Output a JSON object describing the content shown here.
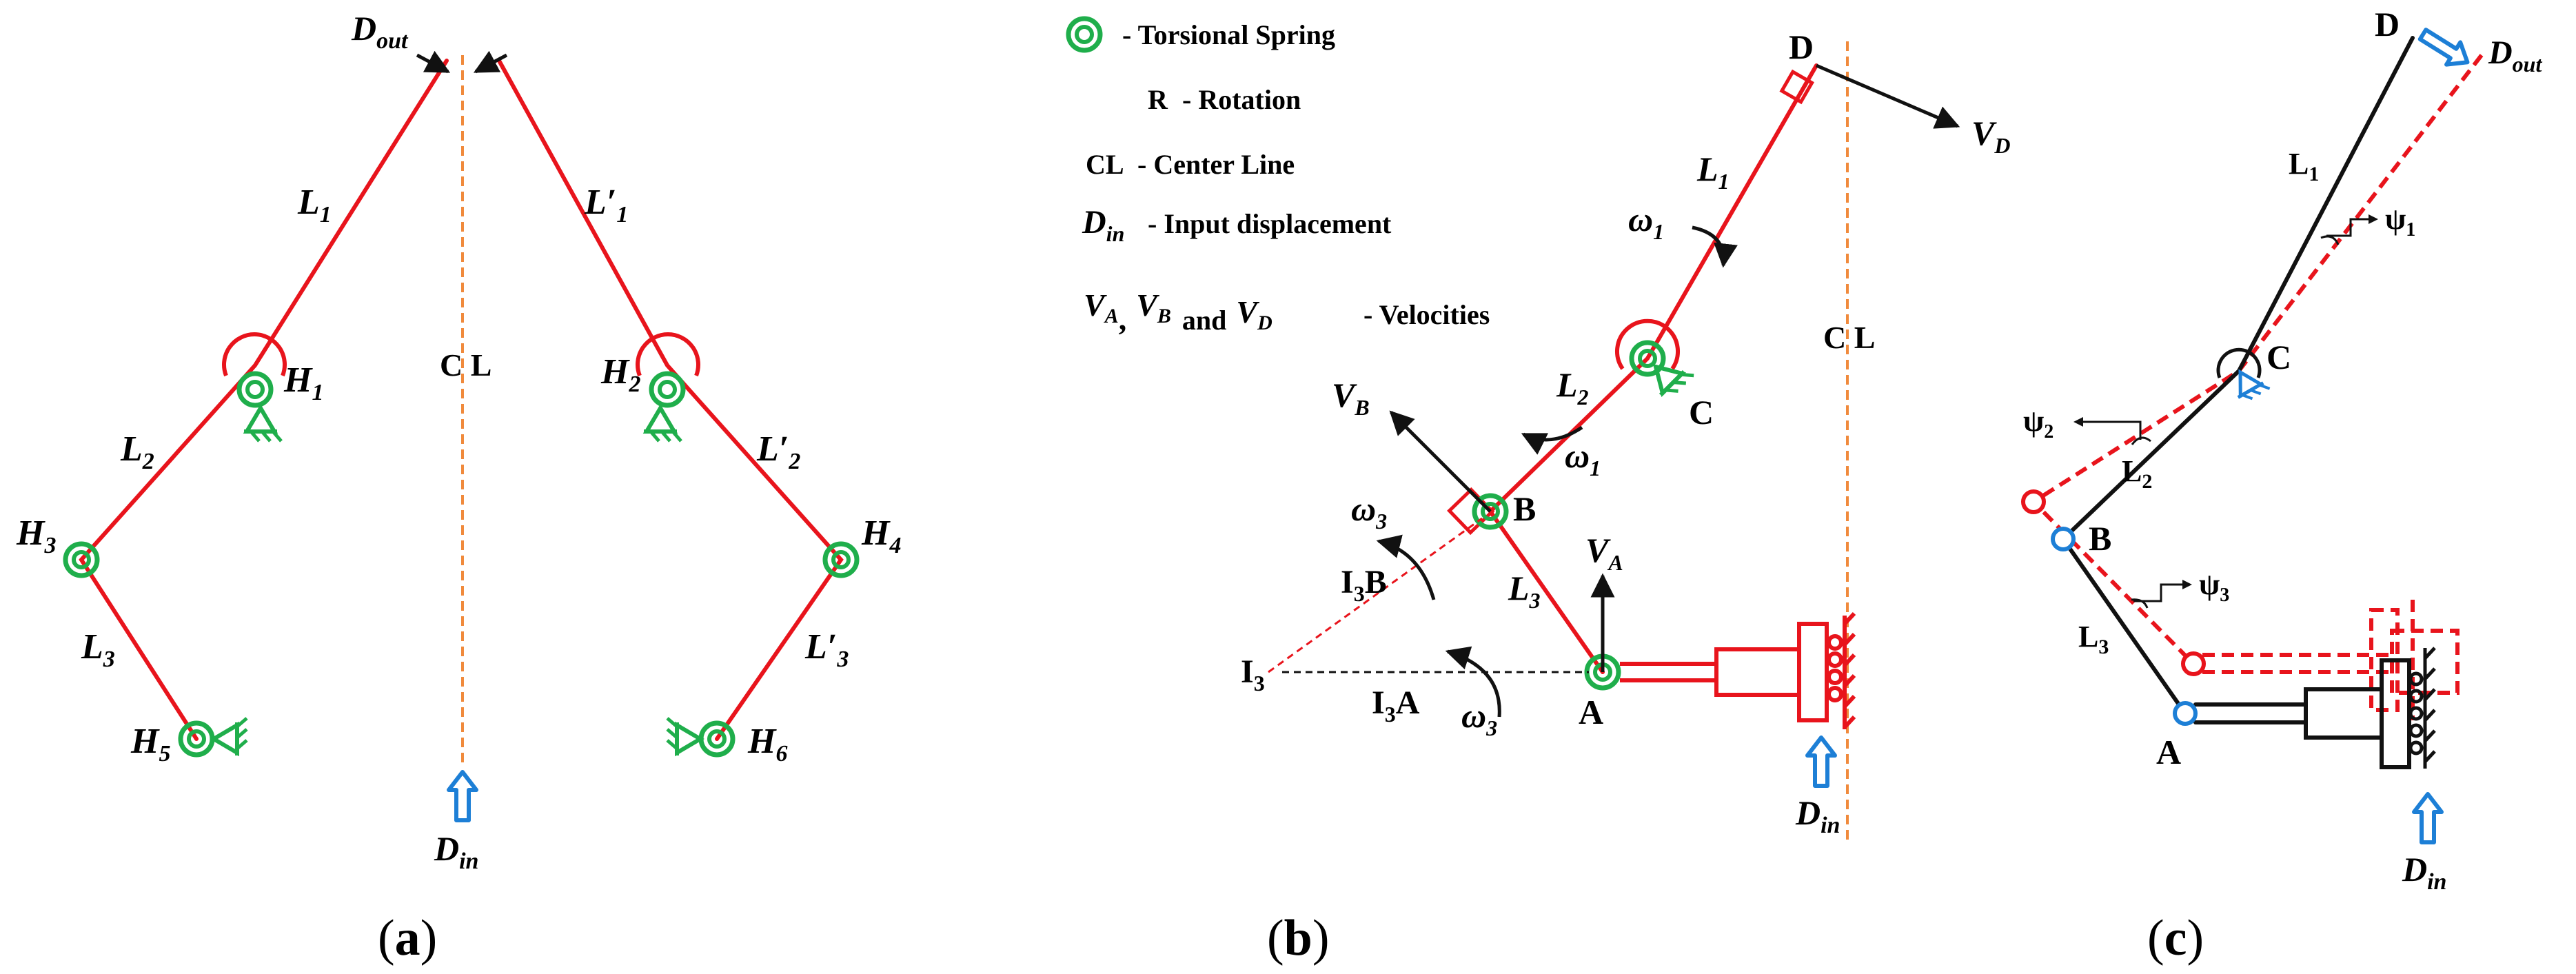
{
  "colors": {
    "red": "#e8141c",
    "black": "#111111",
    "green": "#1fae4b",
    "blue": "#1d7fd6",
    "orange": "#f08a3c"
  },
  "panel_a": {
    "caption": "(a)",
    "caption_letter": "a",
    "d_out": "D",
    "d_out_sub": "out",
    "d_in": "D",
    "d_in_sub": "in",
    "center_line": "C L",
    "l1": "L",
    "l1_sub": "1",
    "l1p": "L′",
    "l1p_sub": "1",
    "l2": "L",
    "l2_sub": "2",
    "l2p": "L′",
    "l2p_sub": "2",
    "l3": "L",
    "l3_sub": "3",
    "l3p": "L′",
    "l3p_sub": "3",
    "h1": "H",
    "h1_sub": "1",
    "h2": "H",
    "h2_sub": "2",
    "h3": "H",
    "h3_sub": "3",
    "h4": "H",
    "h4_sub": "4",
    "h5": "H",
    "h5_sub": "5",
    "h6": "H",
    "h6_sub": "6"
  },
  "panel_b": {
    "caption": "(b)",
    "caption_letter": "b",
    "legend": {
      "spring": "- Torsional Spring",
      "r_key": "R",
      "r_text": "- Rotation",
      "cl_key": "CL",
      "cl_text": "- Center Line",
      "din_key": "D",
      "din_sub": "in",
      "din_text": "- Input displacement",
      "va": "V",
      "va_sub": "A",
      "comma": ",",
      "vb": "V",
      "vb_sub": "B",
      "and": "and",
      "vd": "V",
      "vd_sub": "D",
      "vel_text": "- Velocities"
    },
    "center_line": "C L",
    "D": "D",
    "C": "C",
    "B": "B",
    "A": "A",
    "I3": "I",
    "I3_sub": "3",
    "I3B": "I",
    "I3B_sub": "3",
    "I3B_tail": "B",
    "I3A": "I",
    "I3A_sub": "3",
    "I3A_tail": "A",
    "vd": "V",
    "vd_sub": "D",
    "vb": "V",
    "vb_sub": "B",
    "va": "V",
    "va_sub": "A",
    "l1": "L",
    "l1_sub": "1",
    "l2": "L",
    "l2_sub": "2",
    "l3": "L",
    "l3_sub": "3",
    "w": "ω",
    "w1_sub": "1",
    "w3_sub": "3",
    "d_in": "D",
    "d_in_sub": "in"
  },
  "panel_c": {
    "caption": "(c)",
    "caption_letter": "c",
    "D": "D",
    "d_out": "D",
    "d_out_sub": "out",
    "d_in": "D",
    "d_in_sub": "in",
    "C": "C",
    "B": "B",
    "A": "A",
    "l1": "L",
    "l1_sub": "1",
    "l2": "L",
    "l2_sub": "2",
    "l3": "L",
    "l3_sub": "3",
    "psi": "ψ",
    "psi1_sub": "1",
    "psi2_sub": "2",
    "psi3_sub": "3"
  }
}
